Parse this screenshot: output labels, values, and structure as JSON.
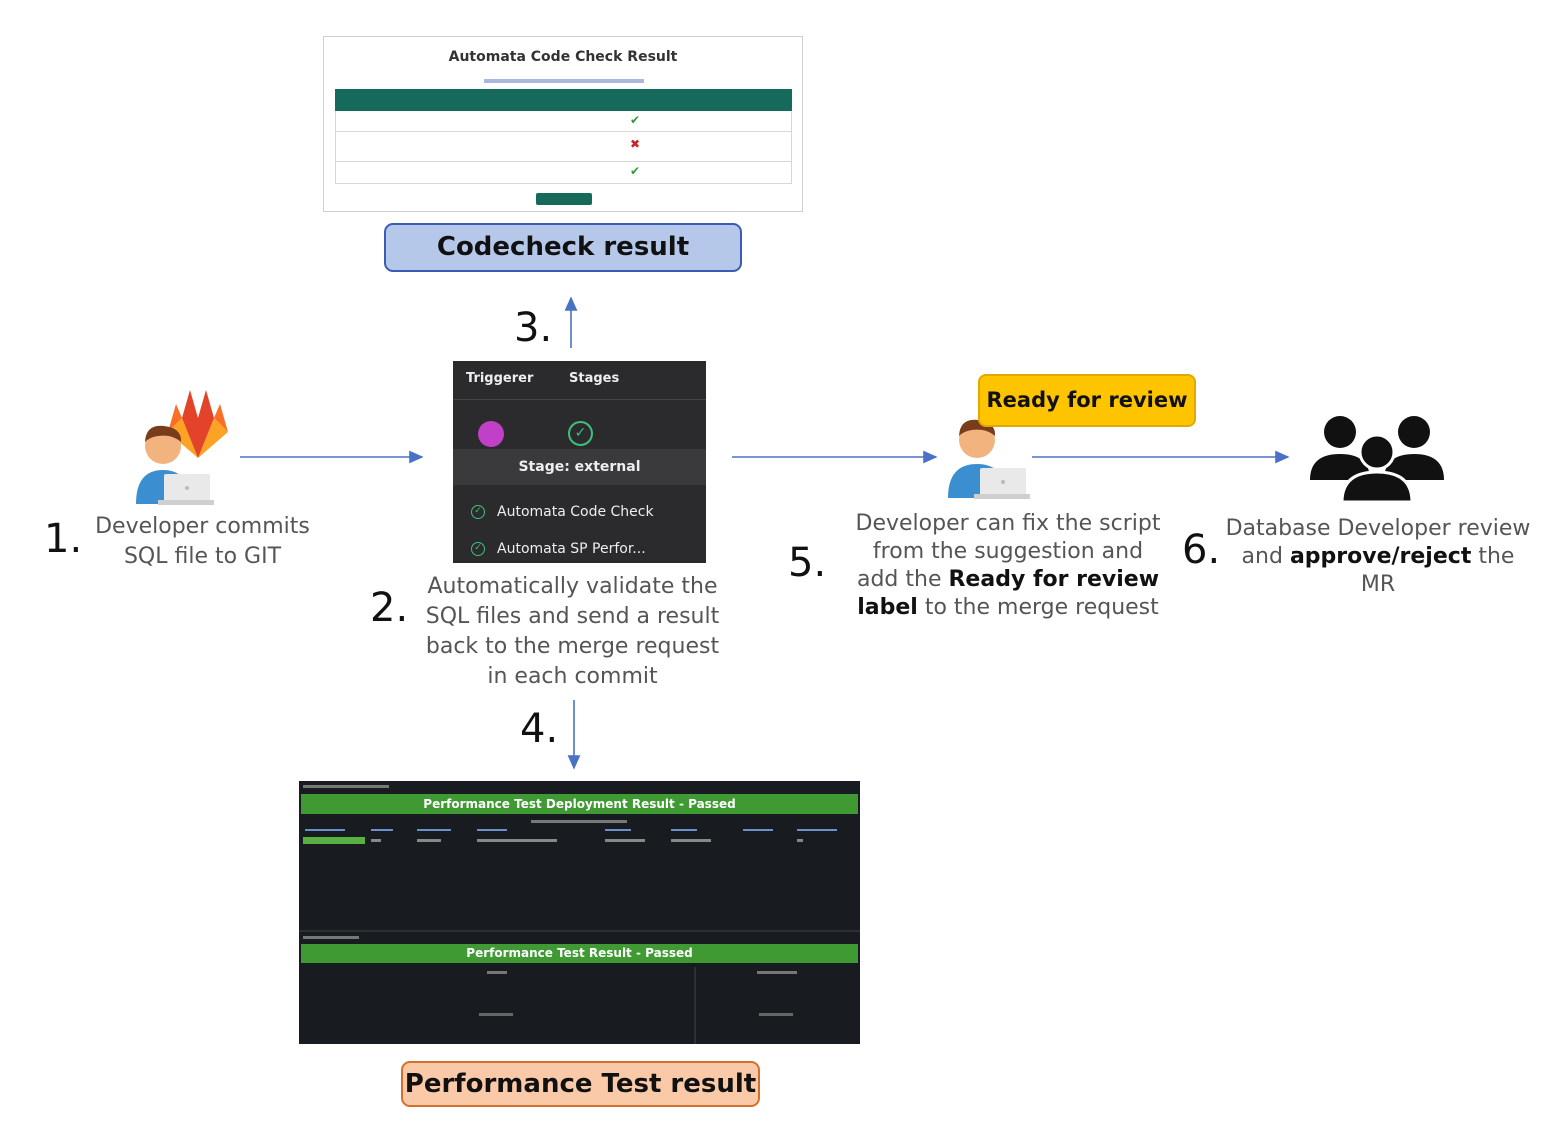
{
  "steps": {
    "s1": {
      "num": "1.",
      "line1": "Developer commits",
      "line2": "SQL file to GIT"
    },
    "s2": {
      "num": "2.",
      "line1": "Automatically validate the",
      "line2": "SQL files and send a result",
      "line3": "back to the merge request",
      "line4": "in each commit"
    },
    "s3": {
      "num": "3."
    },
    "s4": {
      "num": "4."
    },
    "s5": {
      "num": "5.",
      "line1": "Developer can fix the script",
      "line2": "from the suggestion and",
      "line3_pre": "add the ",
      "line3_bold": "Ready for review",
      "line4_bold": "label",
      "line4_post": " to the merge request"
    },
    "s6": {
      "num": "6.",
      "line1": "Database Developer review",
      "line2_pre": "and ",
      "line2_bold": "approve/reject",
      "line2_post": " the MR"
    }
  },
  "codecheck": {
    "title": "Automata Code Check Result",
    "label": "Codecheck result"
  },
  "pipeline": {
    "col_triggerer": "Triggerer",
    "col_stages": "Stages",
    "stage": "Stage: external",
    "job1": "Automata Code Check",
    "job2": "Automata SP Perfor..."
  },
  "ready_label": "Ready for review",
  "perf": {
    "header1": "Performance Test Deployment Result - Passed",
    "header2": "Performance Test Result - Passed",
    "label": "Performance Test result"
  },
  "colors": {
    "arrow": "#4a72c4",
    "gitlab": "#e24329",
    "teal": "#156a5c",
    "green": "#3f9a34",
    "ready": "#ffc400"
  }
}
